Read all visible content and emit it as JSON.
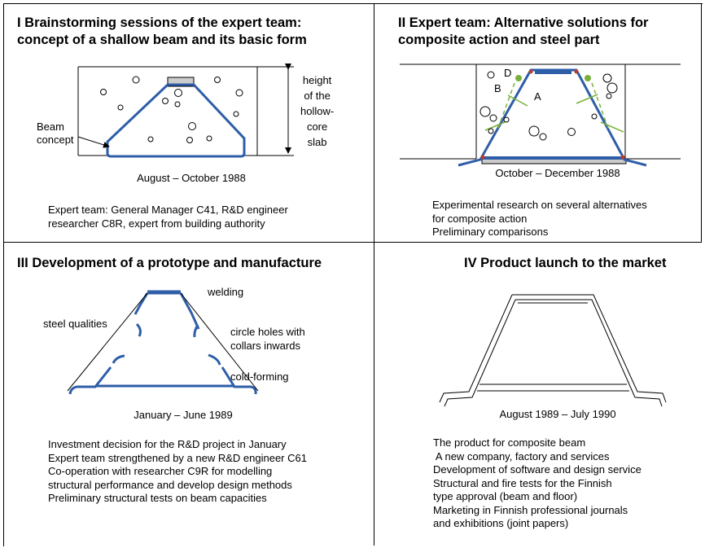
{
  "panels": [
    {
      "title_lines": [
        "I Brainstorming sessions of the expert team:",
        "concept of a shallow beam and its basic form"
      ],
      "caption": "August – October 1988",
      "labels": {
        "beam_concept": [
          "Beam",
          "concept"
        ],
        "height": [
          "height",
          "of the",
          "hollow-",
          "core",
          "slab"
        ]
      },
      "notes": [
        "Expert team: General Manager C41, R&D engineer",
        "researcher C8R, expert from building authority"
      ]
    },
    {
      "title_lines": [
        "II Expert team: Alternative solutions for",
        "composite action and steel part"
      ],
      "caption": "October – December 1988",
      "labels": {
        "a": "A",
        "b": "B",
        "d": "D"
      },
      "notes": [
        "Experimental research on several alternatives",
        "for composite action",
        "Preliminary comparisons"
      ]
    },
    {
      "title_lines": [
        "III Development of a prototype and manufacture"
      ],
      "caption": "January – June 1989",
      "labels": {
        "welding": "welding",
        "steel_qualities": "steel qualities",
        "circle_holes": [
          "circle holes with",
          "collars inwards"
        ],
        "cold_forming": "cold-forming"
      },
      "notes": [
        "Investment decision for the R&D project in January",
        "Expert team strengthened by a new R&D engineer C61",
        "Co-operation with researcher C9R for modelling",
        "structural performance and develop design methods",
        "Preliminary structural tests on beam capacities"
      ]
    },
    {
      "title_lines": [
        "IV Product launch to the market"
      ],
      "caption": "August 1989 – July 1990",
      "notes": [
        "The product for composite beam",
        " A new company, factory and services",
        "Development of software and design service",
        "Structural and fire tests for the Finnish",
        "type approval (beam and floor)",
        "Marketing in Finnish professional journals",
        "and exhibitions (joint papers)"
      ]
    }
  ],
  "colors": {
    "beam": "#2e5ea8",
    "green": "#7ab03a",
    "red": "#c0392b",
    "gray": "#cccccc"
  }
}
